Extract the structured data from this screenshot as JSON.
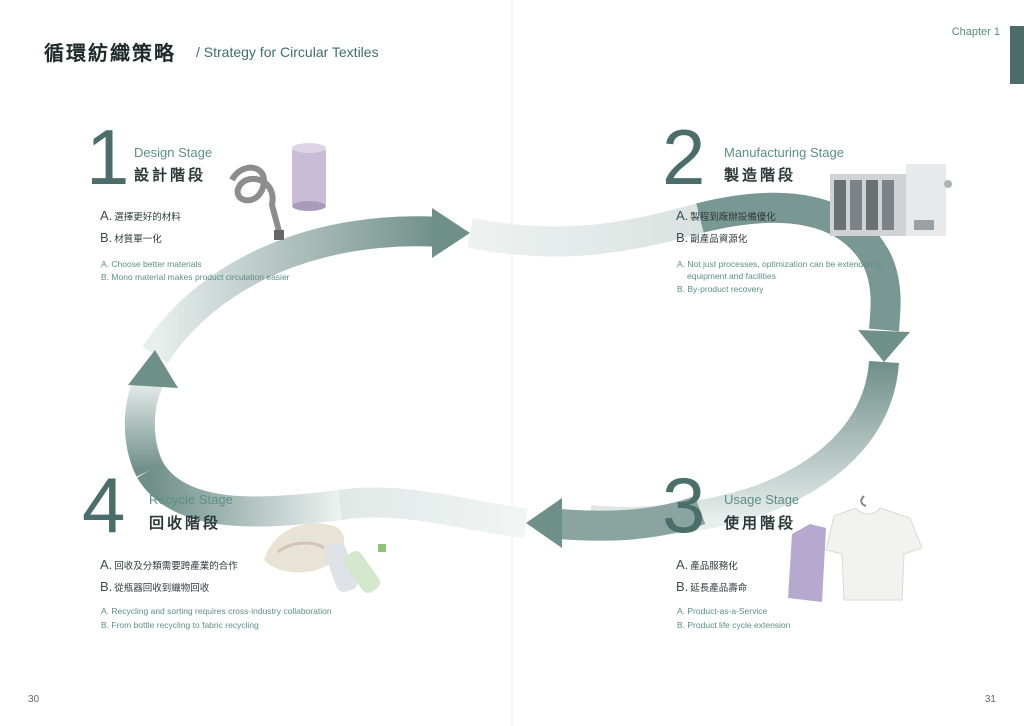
{
  "header": {
    "title_zh": "循環紡織策略",
    "title_en": "/ Strategy for Circular Textiles",
    "chapter": "Chapter 1"
  },
  "stages": [
    {
      "number": "1",
      "name_en": "Design Stage",
      "name_zh": "設計階段",
      "items_zh": [
        {
          "letter": "A.",
          "text": "選擇更好的材料"
        },
        {
          "letter": "B.",
          "text": "材質單一化"
        }
      ],
      "items_en": [
        "A. Choose better materials",
        "B. Mono material makes product circulation easier"
      ],
      "illustration": "measuring-tape-and-thread-spool"
    },
    {
      "number": "2",
      "name_en": "Manufacturing Stage",
      "name_zh": "製造階段",
      "items_zh": [
        {
          "letter": "A.",
          "text": "製程到廠辦設備優化"
        },
        {
          "letter": "B.",
          "text": "副產品資源化"
        }
      ],
      "items_en": [
        "A. Not just processes, optimization can be extended to",
        "equipment and facilities",
        "B. By-product recovery"
      ],
      "illustration": "textile-machine"
    },
    {
      "number": "3",
      "name_en": "Usage Stage",
      "name_zh": "使用階段",
      "items_zh": [
        {
          "letter": "A.",
          "text": "產品服務化"
        },
        {
          "letter": "B.",
          "text": "延長產品壽命"
        }
      ],
      "items_en": [
        "A. Product-as-a-Service",
        "B. Product life cycle extension"
      ],
      "illustration": "t-shirts-on-hanger"
    },
    {
      "number": "4",
      "name_en": "Recycle Stage",
      "name_zh": "回收階段",
      "items_zh": [
        {
          "letter": "A.",
          "text": "回收及分類需要跨產業的合作"
        },
        {
          "letter": "B.",
          "text": "從瓶器回收到織物回收"
        }
      ],
      "items_en": [
        "A. Recycling and sorting requires cross-industry collaboration",
        "B. From bottle recycling to fabric recycling"
      ],
      "illustration": "fabric-scraps-and-bottles"
    }
  ],
  "footer": {
    "page_left": "30",
    "page_right": "31"
  },
  "colors": {
    "accent": "#4c6e6a",
    "flow_dark": "#6f8f89",
    "flow_light": "#e8eeec",
    "text_green": "#5c8f85"
  }
}
